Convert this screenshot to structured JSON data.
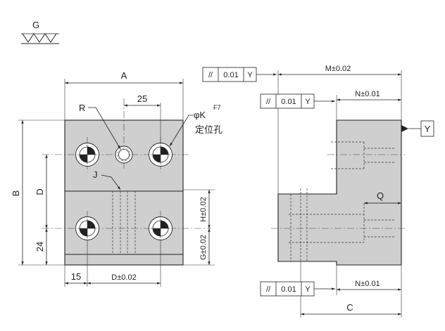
{
  "surface_mark": {
    "letter": "G"
  },
  "front_view": {
    "width_label": "A",
    "height_label": "B",
    "pitch_label": "D",
    "offset_24": "24",
    "top_25": "25",
    "left_15": "15",
    "bottom_pitch": "D±0.02",
    "radius_label": "R",
    "hole_label": "φK",
    "hole_fit": "F7",
    "hole_note": "定位孔",
    "j_label": "J",
    "h_label": "H±0.02",
    "g_label": "G±0.02"
  },
  "side_view": {
    "total_label": "M±0.02",
    "n_top": "N±0.01",
    "n_bottom": "N±0.01",
    "q_label": "Q",
    "c_label": "C",
    "datum": "Y"
  },
  "tolerance_frames": [
    {
      "symbol": "//",
      "value": "0.01",
      "datum": "Y"
    },
    {
      "symbol": "//",
      "value": "0.01",
      "datum": "Y"
    },
    {
      "symbol": "//",
      "value": "0.01",
      "datum": "Y"
    }
  ],
  "colors": {
    "body_fill": "#cfcfcf",
    "line": "#222222"
  }
}
